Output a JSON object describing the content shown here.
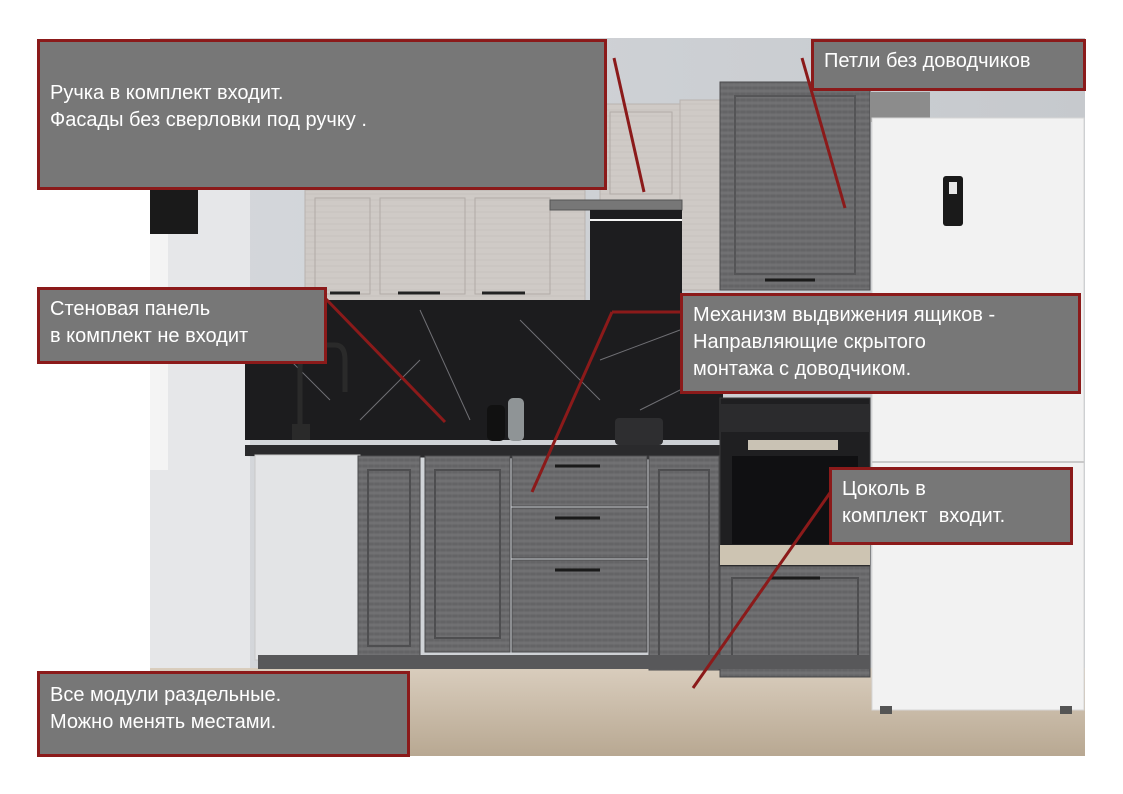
{
  "callouts": {
    "handle": {
      "lines": [
        "Ручка в комплект входит.",
        "Фасады без сверловки под ручку ."
      ]
    },
    "hinges": {
      "lines": [
        "Петли без доводчиков"
      ]
    },
    "wall_panel": {
      "lines": [
        "Стеновая панель",
        "в комплект не входит"
      ]
    },
    "drawer_mechanism": {
      "lines": [
        "Механизм выдвижения ящиков -",
        "Направляющие скрытого",
        "монтажа с доводчиком."
      ]
    },
    "plinth": {
      "lines": [
        "Цоколь в",
        "комплект  входит."
      ]
    },
    "modules": {
      "lines": [
        "Все модули раздельные.",
        "Можно менять местами."
      ]
    }
  },
  "colors": {
    "callout_fill": "#777777",
    "callout_border": "#8b1a1a",
    "pointer_line": "#8b1a1a",
    "facade_gray": "#6a6a6c",
    "upper_facade": "#cfcac6",
    "backsplash": "#1c1c1e",
    "refrigerator": "#f2f2f2"
  }
}
